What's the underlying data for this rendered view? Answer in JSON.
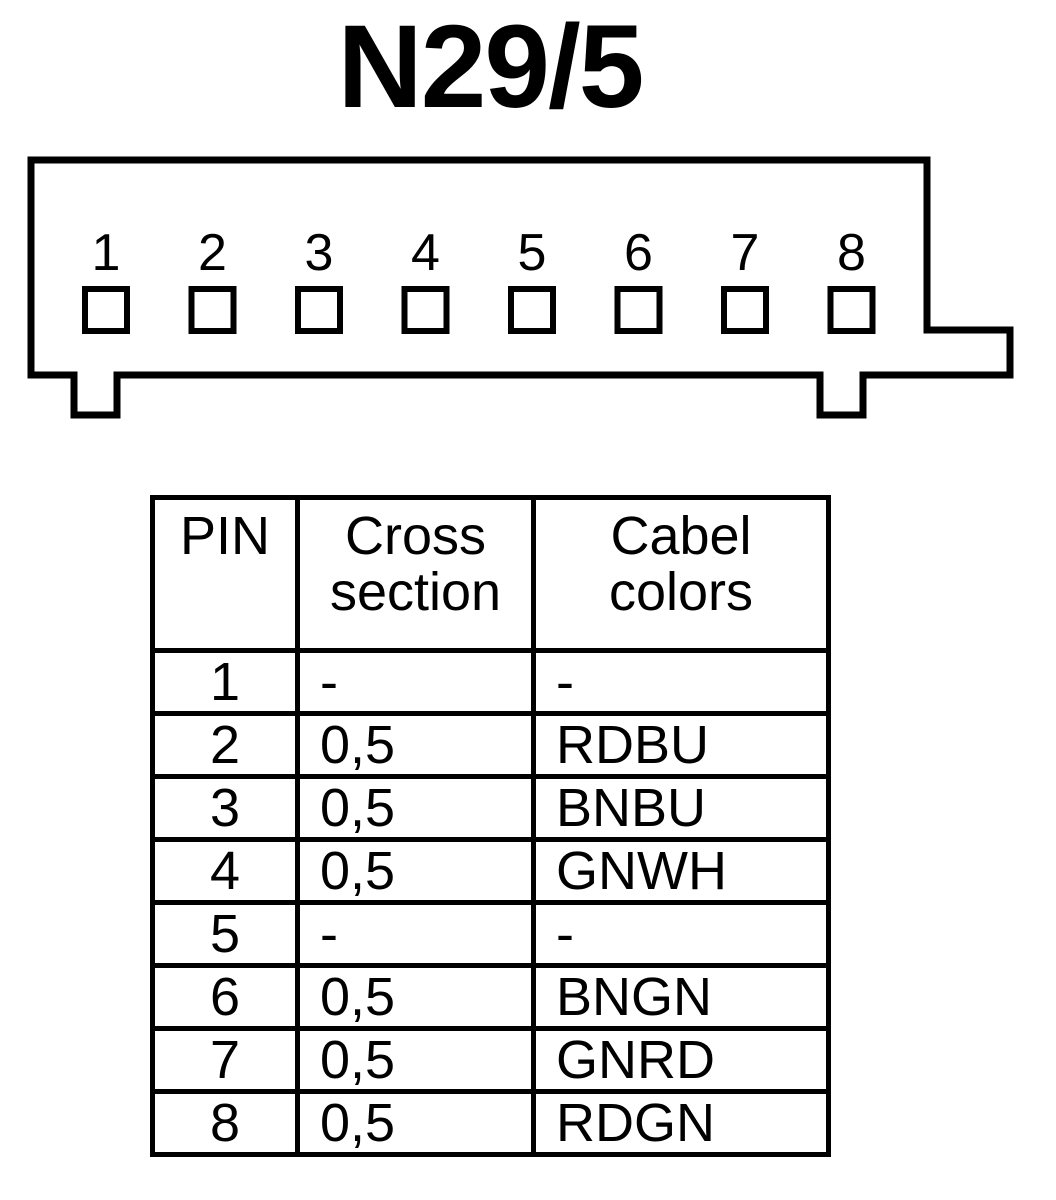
{
  "connector": {
    "title": "N29/5",
    "pin_numbers": [
      "1",
      "2",
      "3",
      "4",
      "5",
      "6",
      "7",
      "8"
    ]
  },
  "table": {
    "headers": {
      "pin": "PIN",
      "cross_section_line1": "Cross",
      "cross_section_line2": "section",
      "colors_line1": "Cabel",
      "colors_line2": "colors"
    },
    "rows": [
      {
        "pin": "1",
        "cross_section": "-",
        "color": "-"
      },
      {
        "pin": "2",
        "cross_section": "0,5",
        "color": "RDBU"
      },
      {
        "pin": "3",
        "cross_section": "0,5",
        "color": "BNBU"
      },
      {
        "pin": "4",
        "cross_section": "0,5",
        "color": "GNWH"
      },
      {
        "pin": "5",
        "cross_section": "-",
        "color": "-"
      },
      {
        "pin": "6",
        "cross_section": "0,5",
        "color": "BNGN"
      },
      {
        "pin": "7",
        "cross_section": "0,5",
        "color": "GNRD"
      },
      {
        "pin": "8",
        "cross_section": "0,5",
        "color": "RDGN"
      }
    ]
  }
}
